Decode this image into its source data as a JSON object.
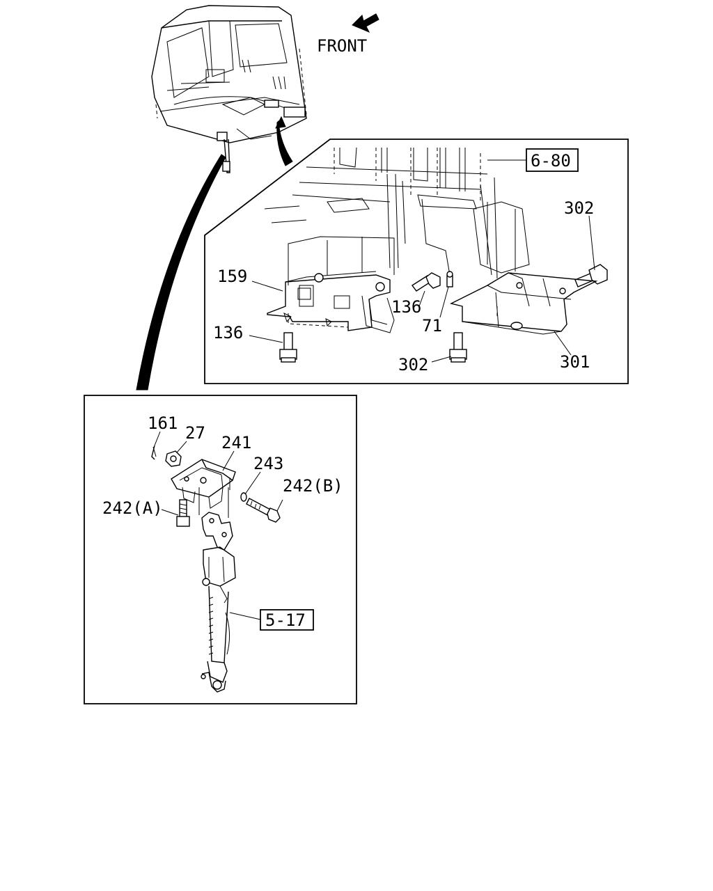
{
  "labels": {
    "front": "FRONT",
    "ref_6_80": "6-80",
    "ref_5_17": "5-17",
    "p302_top": "302",
    "p159": "159",
    "p136_mid": "136",
    "p71": "71",
    "p136_low": "136",
    "p302_low": "302",
    "p301": "301",
    "p161": "161",
    "p27": "27",
    "p241": "241",
    "p243": "243",
    "p242b": "242(B)",
    "p242a": "242(A)"
  }
}
